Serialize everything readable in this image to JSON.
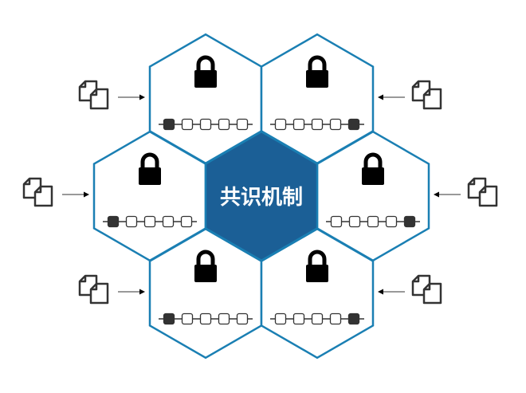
{
  "center": {
    "label": "共识机制"
  },
  "colors": {
    "hex_stroke": "#1a7fb3",
    "center_fill": "#1b5f96",
    "dark": "#333333",
    "text": "#ffffff"
  },
  "nodes": [
    {
      "id": "top-left",
      "dark_block": "first",
      "docs_side": "left"
    },
    {
      "id": "top-right",
      "dark_block": "last",
      "docs_side": "right"
    },
    {
      "id": "mid-left",
      "dark_block": "first",
      "docs_side": "left"
    },
    {
      "id": "mid-right",
      "dark_block": "last",
      "docs_side": "right"
    },
    {
      "id": "bottom-left",
      "dark_block": "first",
      "docs_side": "left"
    },
    {
      "id": "bottom-right",
      "dark_block": "last",
      "docs_side": "right"
    }
  ],
  "blocks_per_chain": 5
}
